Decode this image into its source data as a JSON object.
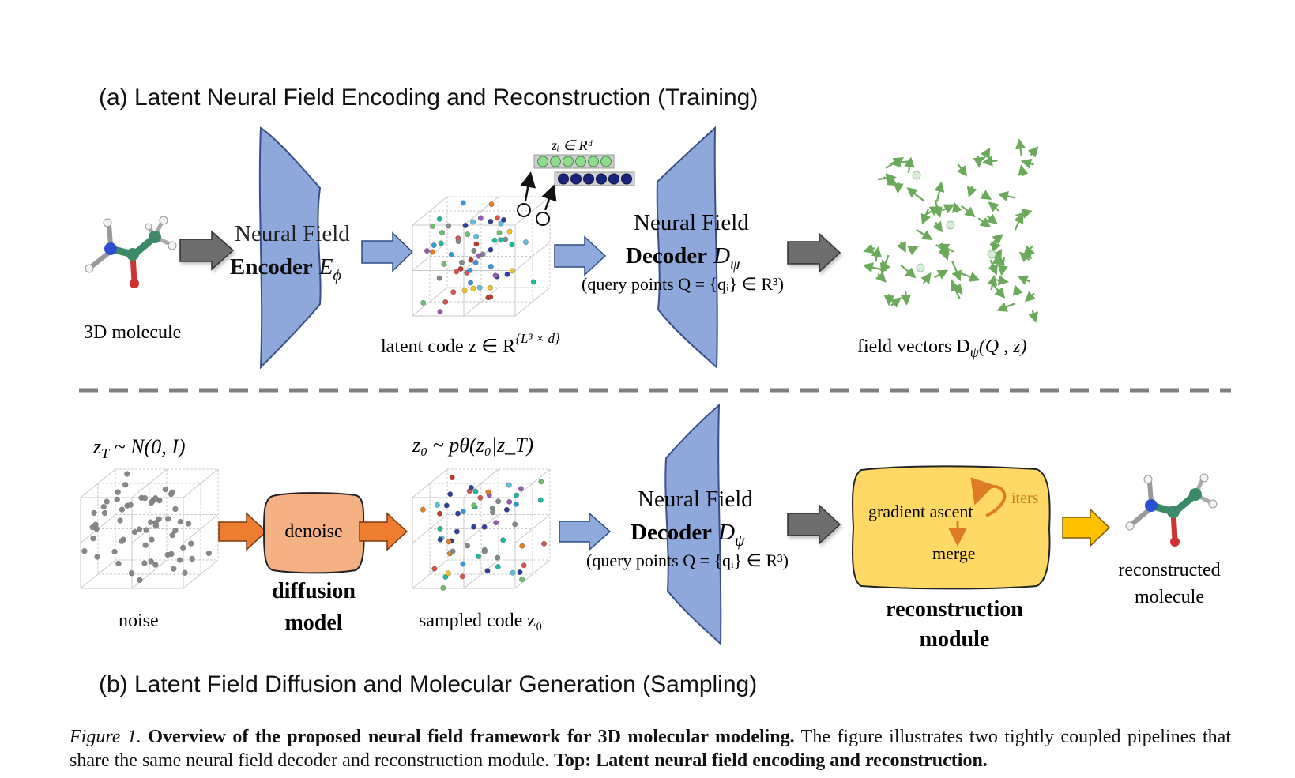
{
  "top_panel": {
    "title": "(a) Latent Neural Field Encoding and Reconstruction (Training)",
    "molecule_label": "3D molecule",
    "encoder_line1": "Neural Field",
    "encoder_line2_bold": "Encoder",
    "encoder_symbol": "E",
    "encoder_sub": "ϕ",
    "latent_vector_label": "zᵢ ∈ Rᵈ",
    "latent_label_text": "latent code z ∈ R",
    "latent_label_sup": "{L³ × d}",
    "decoder_line1": "Neural Field",
    "decoder_line2_bold": "Decoder",
    "decoder_symbol": "D",
    "decoder_sub": "ψ",
    "query_label": "(query points Q = {qᵢ} ∈ R³)",
    "field_label": "field vectors D",
    "field_label_sub": "ψ",
    "field_label_args": "(Q , z)"
  },
  "bottom_panel": {
    "title": "(b) Latent Field Diffusion and Molecular Generation (Sampling)",
    "noise_formula": "z",
    "noise_formula_sub": "T",
    "noise_formula_rest": " ~ N(0, I)",
    "noise_label": "noise",
    "denoise_label": "denoise",
    "diffusion_line1": "diffusion",
    "diffusion_line2": "model",
    "sampled_formula": "z₀ ~ pθ(z₀|z_T)",
    "sampled_label": "sampled code z₀",
    "decoder_line1": "Neural Field",
    "decoder_line2_bold": "Decoder",
    "decoder_symbol": "D",
    "decoder_sub": "ψ",
    "query_label": "(query points Q = {qᵢ} ∈ R³)",
    "gradient_label": "gradient ascent",
    "iters_label": "iters",
    "merge_label": "merge",
    "recon_module_line1": "reconstruction",
    "recon_module_line2": "module",
    "recon_mol_line1": "reconstructed",
    "recon_mol_line2": "molecule"
  },
  "caption": {
    "label": "Figure 1.",
    "bold_title": "Overview of the proposed neural field framework for 3D molecular modeling.",
    "text1": "The figure illustrates two tightly coupled pipelines that share the same neural field decoder and reconstruction module.",
    "bold_top": "Top: Latent neural field encoding and reconstruction."
  },
  "colors": {
    "trapezoid": "#8fa8dc",
    "arrow_blue": "#8eaadb",
    "arrow_gray": "#6e6e6e",
    "arrow_orange": "#ed7d31",
    "arrow_yellow": "#ffc000",
    "denoise_box": "#f4b183",
    "recon_box": "#ffd966",
    "field_vector": "#6aaa5a",
    "divider": "#7f7f7f"
  }
}
